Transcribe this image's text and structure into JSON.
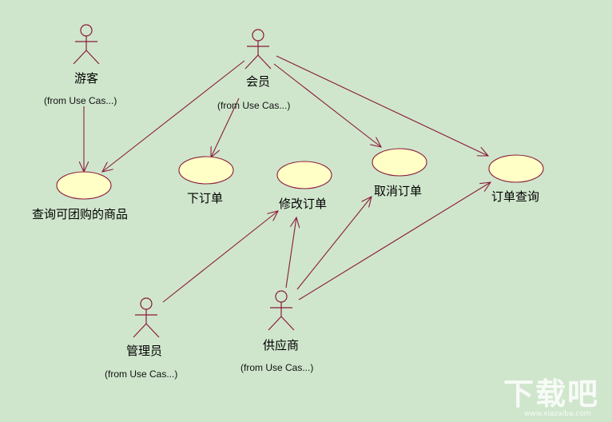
{
  "diagram": {
    "actors": [
      {
        "id": "tourist",
        "name": "游客",
        "source": "(from Use Cas...)"
      },
      {
        "id": "member",
        "name": "会员",
        "source": "(from Use Cas...)"
      },
      {
        "id": "admin",
        "name": "管理员",
        "source": "(from Use Cas...)"
      },
      {
        "id": "supplier",
        "name": "供应商",
        "source": "(from Use Cas...)"
      }
    ],
    "use_cases": [
      {
        "id": "browse",
        "name": "查询可团购的商品"
      },
      {
        "id": "place",
        "name": "下订单"
      },
      {
        "id": "modify",
        "name": "修改订单"
      },
      {
        "id": "cancel",
        "name": "取消订单"
      },
      {
        "id": "query",
        "name": "订单查询"
      }
    ],
    "associations": [
      {
        "from": "tourist",
        "to": "browse"
      },
      {
        "from": "member",
        "to": "browse"
      },
      {
        "from": "member",
        "to": "place"
      },
      {
        "from": "member",
        "to": "cancel"
      },
      {
        "from": "member",
        "to": "query"
      },
      {
        "from": "admin",
        "to": "modify"
      },
      {
        "from": "supplier",
        "to": "modify"
      },
      {
        "from": "supplier",
        "to": "cancel"
      },
      {
        "from": "supplier",
        "to": "query"
      }
    ],
    "colors": {
      "background": "#cfe6cc",
      "line": "#8b1a3a",
      "use_case_fill": "#ffffc6",
      "use_case_stroke": "#8b1a3a"
    }
  },
  "watermark": {
    "logo": "下载吧",
    "url": "www.xiazaiba.com"
  }
}
